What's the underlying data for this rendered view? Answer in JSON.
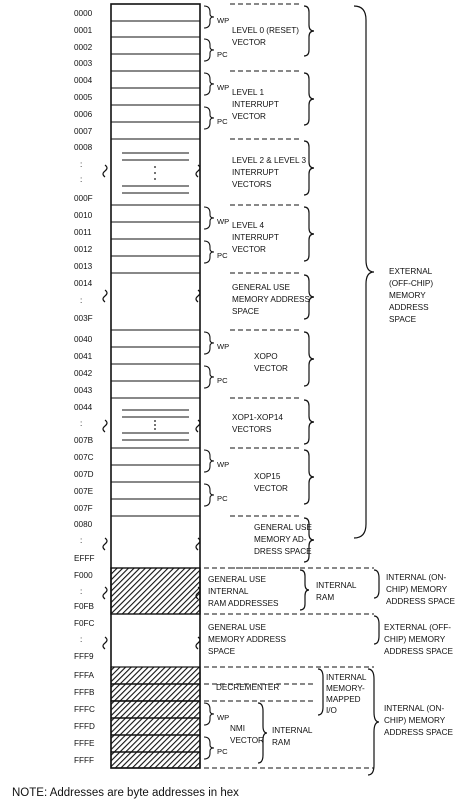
{
  "addresses": [
    "0000",
    "0001",
    "0002",
    "0003",
    "0004",
    "0005",
    "0006",
    "0007",
    "0008",
    ":",
    ":",
    "000F",
    "0010",
    "0011",
    "0012",
    "0013",
    "0014",
    ":",
    "003F",
    "0040",
    "0041",
    "0042",
    "0043",
    "0044",
    ":",
    "007B",
    "007C",
    "007D",
    "007E",
    "007F",
    "0080",
    ":",
    "EFFF",
    "F000",
    ":",
    "F0FB",
    "F0FC",
    ":",
    "FFF9",
    "FFFA",
    "FFFB",
    "FFFC",
    "FFFD",
    "FFFE",
    "FFFF"
  ],
  "register_labels": {
    "wp": "WP",
    "pc": "PC"
  },
  "region_labels": {
    "level0": [
      "LEVEL 0 (RESET)",
      "VECTOR"
    ],
    "level1": [
      "LEVEL 1",
      "INTERRUPT",
      "VECTOR"
    ],
    "level23": [
      "LEVEL 2 & LEVEL 3",
      "INTERRUPT",
      "VECTORS"
    ],
    "level4": [
      "LEVEL 4",
      "INTERRUPT",
      "VECTOR"
    ],
    "general1": [
      "GENERAL USE",
      "MEMORY ADDRESS",
      "SPACE"
    ],
    "xop0": [
      "XOPO",
      "VECTOR"
    ],
    "xop1_14": [
      "XOP1-XOP14",
      "VECTORS"
    ],
    "xop15": [
      "XOP15",
      "VECTOR"
    ],
    "general2": [
      "GENERAL USE",
      "MEMORY AD-",
      "DRESS SPACE"
    ],
    "internal_ram_addr": [
      "GENERAL USE",
      "INTERNAL",
      "RAM ADDRESSES"
    ],
    "internal_ram": [
      "INTERNAL",
      "RAM"
    ],
    "general3": [
      "GENERAL USE",
      "MEMORY ADDRESS",
      "SPACE"
    ],
    "decrementer": [
      "DECREMENTER"
    ],
    "internal_mmio": [
      "INTERNAL",
      "MEMORY-",
      "MAPPED",
      "I/O"
    ],
    "nmi": [
      "NMI",
      "VECTOR"
    ],
    "internal_ram2": [
      "INTERNAL",
      "RAM"
    ]
  },
  "space_labels": {
    "external_top": [
      "EXTERNAL",
      "(OFF-CHIP)",
      "MEMORY",
      "ADDRESS",
      "SPACE"
    ],
    "internal_1": [
      "INTERNAL (ON-",
      "CHIP) MEMORY",
      "ADDRESS SPACE"
    ],
    "external_2": [
      "EXTERNAL (OFF-",
      "CHIP) MEMORY",
      "ADDRESS SPACE"
    ],
    "internal_2": [
      "INTERNAL (ON-",
      "CHIP) MEMORY",
      "ADDRESS SPACE"
    ]
  },
  "note": "NOTE:  Addresses are byte addresses in hex"
}
